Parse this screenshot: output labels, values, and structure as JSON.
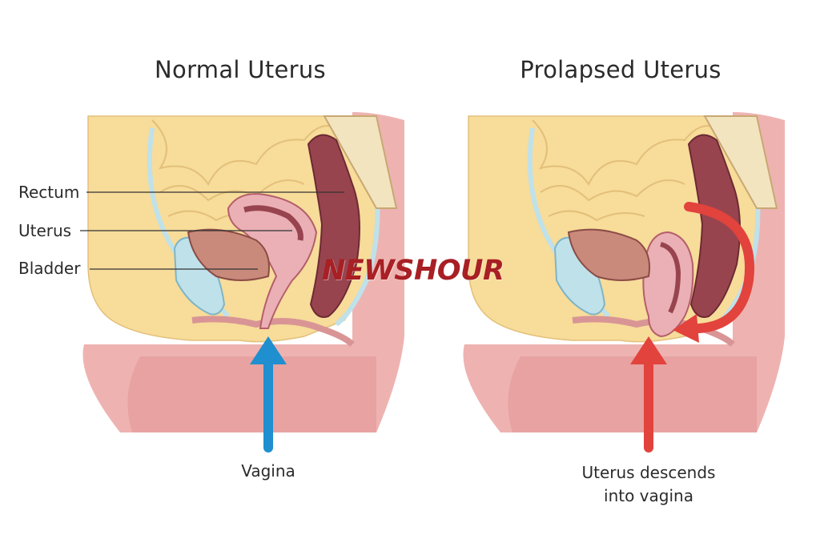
{
  "titles": {
    "left": "Normal Uterus",
    "right": "Prolapsed Uterus"
  },
  "labels": {
    "rectum": "Rectum",
    "uterus": "Uterus",
    "bladder": "Bladder",
    "vagina": "Vagina",
    "descends_line1": "Uterus descends",
    "descends_line2": "into vagina"
  },
  "watermark": "NEWSHOUR",
  "colors": {
    "skin": "#e7a6a5",
    "fat": "#f7dc9a",
    "bladder": "#bfe1ea",
    "uterus": "#eab0b5",
    "rectum": "#98444e",
    "arrow_normal": "#1f8fcf",
    "arrow_prolapse": "#e2433d"
  }
}
